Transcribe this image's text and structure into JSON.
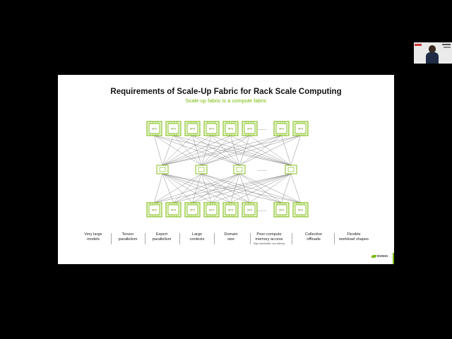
{
  "slide": {
    "title": "Requirements of Scale-Up Fabric for Rack Scale Computing",
    "subtitle": "Scale-up fabric is a compute fabric",
    "gpu_label": "GPU",
    "ellipsis": "........",
    "brand": "NVIDIA",
    "accent_color": "#76b900"
  },
  "features": [
    {
      "label": "Very large\nmodels",
      "sub": ""
    },
    {
      "label": "Tensor\nparallelism",
      "sub": ""
    },
    {
      "label": "Expert\nparallelism",
      "sub": ""
    },
    {
      "label": "Large\ncontexts",
      "sub": ""
    },
    {
      "label": "Domain\nsize",
      "sub": ""
    },
    {
      "label": "Peer-compute\nmemory access",
      "sub": "High bandwidth, low latency"
    },
    {
      "label": "Collective\noffloads",
      "sub": ""
    },
    {
      "label": "Flexible\nworkload shapes",
      "sub": ""
    }
  ]
}
